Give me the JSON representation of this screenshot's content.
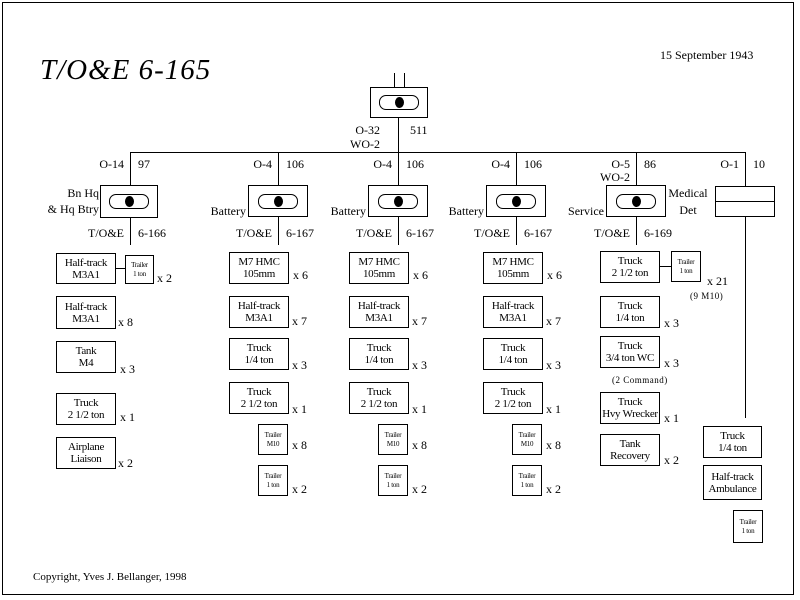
{
  "title": "T/O&E 6-165",
  "date": "15 September 1943",
  "copyright": "Copyright, Yves J. Bellanger, 1998",
  "battalion": {
    "officers": "O-32",
    "warrant": "WO-2",
    "men": "511"
  },
  "units": [
    {
      "label": [
        "Bn Hq",
        "& Hq Btry"
      ],
      "officers": "O-14",
      "men": "97",
      "toe_label": "T/O&E",
      "toe": "6-166",
      "equipment": [
        {
          "lines": [
            "Half-track",
            "M3A1"
          ],
          "trailer": [
            "Trailer",
            "1 ton"
          ],
          "qty": "x 2"
        },
        {
          "lines": [
            "Half-track",
            "M3A1"
          ],
          "qty": "x 8"
        },
        {
          "lines": [
            "Tank",
            "M4"
          ],
          "qty": "x 3"
        },
        {
          "lines": [
            "Truck",
            "2 1/2 ton"
          ],
          "qty": "x 1"
        },
        {
          "lines": [
            "Airplane",
            "Liaison"
          ],
          "qty": "x 2"
        }
      ]
    },
    {
      "label": [
        "Battery"
      ],
      "officers": "O-4",
      "men": "106",
      "toe_label": "T/O&E",
      "toe": "6-167",
      "equipment": [
        {
          "lines": [
            "M7 HMC",
            "105mm"
          ],
          "qty": "x 6"
        },
        {
          "lines": [
            "Half-track",
            "M3A1"
          ],
          "qty": "x 7"
        },
        {
          "lines": [
            "Truck",
            "1/4 ton"
          ],
          "qty": "x 3"
        },
        {
          "lines": [
            "Truck",
            "2 1/2 ton"
          ],
          "qty": "x 1"
        },
        {
          "lines": [
            "Trailer",
            "M10"
          ],
          "qty": "x 8"
        },
        {
          "lines": [
            "Trailer",
            "1 ton"
          ],
          "qty": "x 2"
        }
      ]
    },
    {
      "label": [
        "Battery"
      ],
      "officers": "O-4",
      "men": "106",
      "toe_label": "T/O&E",
      "toe": "6-167",
      "equipment": [
        {
          "lines": [
            "M7 HMC",
            "105mm"
          ],
          "qty": "x 6"
        },
        {
          "lines": [
            "Half-track",
            "M3A1"
          ],
          "qty": "x 7"
        },
        {
          "lines": [
            "Truck",
            "1/4 ton"
          ],
          "qty": "x 3"
        },
        {
          "lines": [
            "Truck",
            "2 1/2 ton"
          ],
          "qty": "x 1"
        },
        {
          "lines": [
            "Trailer",
            "M10"
          ],
          "qty": "x 8"
        },
        {
          "lines": [
            "Trailer",
            "1 ton"
          ],
          "qty": "x 2"
        }
      ]
    },
    {
      "label": [
        "Battery"
      ],
      "officers": "O-4",
      "men": "106",
      "toe_label": "T/O&E",
      "toe": "6-167",
      "equipment": [
        {
          "lines": [
            "M7 HMC",
            "105mm"
          ],
          "qty": "x 6"
        },
        {
          "lines": [
            "Half-track",
            "M3A1"
          ],
          "qty": "x 7"
        },
        {
          "lines": [
            "Truck",
            "1/4 ton"
          ],
          "qty": "x 3"
        },
        {
          "lines": [
            "Truck",
            "2 1/2 ton"
          ],
          "qty": "x 1"
        },
        {
          "lines": [
            "Trailer",
            "M10"
          ],
          "qty": "x 8"
        },
        {
          "lines": [
            "Trailer",
            "1 ton"
          ],
          "qty": "x 2"
        }
      ]
    },
    {
      "label": [
        "Service"
      ],
      "officers": "O-5",
      "warrant": "WO-2",
      "men": "86",
      "toe_label": "T/O&E",
      "toe": "6-169",
      "equipment": [
        {
          "lines": [
            "Truck",
            "2 1/2 ton"
          ],
          "trailer": [
            "Trailer",
            "1 ton"
          ],
          "qty": "x 21",
          "note": "(9 M10)"
        },
        {
          "lines": [
            "Truck",
            "1/4 ton"
          ],
          "qty": "x 3"
        },
        {
          "lines": [
            "Truck",
            "3/4 ton WC"
          ],
          "qty": "x 3",
          "note": "(2 Command)"
        },
        {
          "lines": [
            "Truck",
            "Hvy Wrecker"
          ],
          "qty": "x 1"
        },
        {
          "lines": [
            "Tank",
            "Recovery"
          ],
          "qty": "x 2"
        }
      ]
    },
    {
      "label": [
        "Medical",
        "Det"
      ],
      "officers": "O-1",
      "men": "10",
      "equipment": [
        {
          "lines": [
            "Truck",
            "1/4 ton"
          ]
        },
        {
          "lines": [
            "Half-track",
            "Ambulance"
          ]
        },
        {
          "lines": [
            "Trailer",
            "1 ton"
          ]
        }
      ]
    }
  ]
}
